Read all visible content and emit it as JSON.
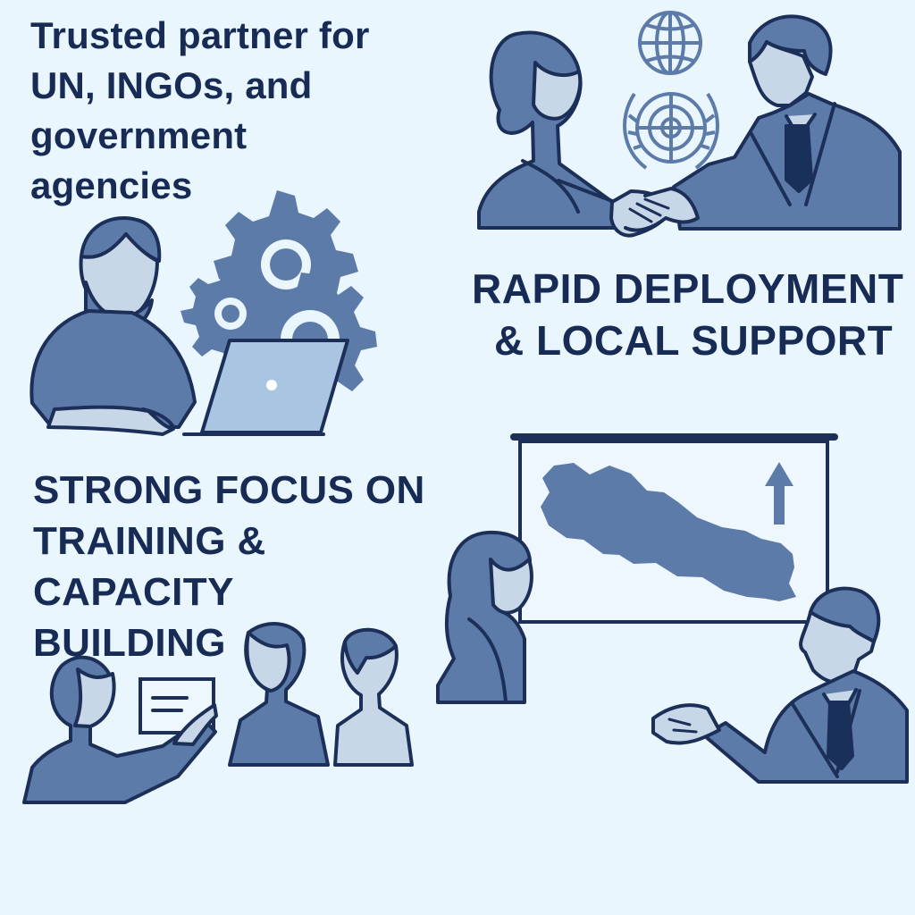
{
  "headings": {
    "trusted": "Trusted partner for\nUN, INGOs, and\ngovernment\nagencies",
    "rapid": [
      "RAPID DEPLOYMENT",
      "& LOCAL SUPPORT"
    ],
    "strong": [
      "STRONG FOCUS ON",
      "TRAINING &",
      "CAPACITY",
      "BUILDING"
    ]
  },
  "colors": {
    "background": "#eaf6fd",
    "text": "#172b55",
    "primary_blue": "#5c7ba8",
    "light_blue": "#c7d7e8",
    "outline": "#1c2f58"
  },
  "icons": [
    "globe-icon",
    "un-emblem-icon",
    "gear-icon",
    "arrow-up-icon",
    "map-icon"
  ]
}
